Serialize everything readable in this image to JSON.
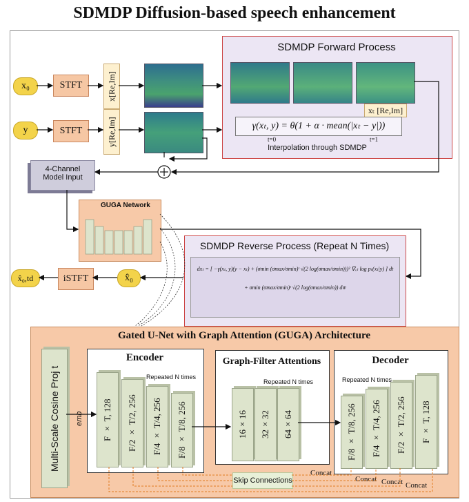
{
  "title": "SDMDP Diffusion-based speech enhancement",
  "inputs": {
    "x0": "x₀",
    "y": "y"
  },
  "stft_label": "STFT",
  "istft_label": "iSTFT",
  "x_reim": "x[Re,Im]",
  "y_reim": "y[Re,Im]",
  "model_input": {
    "line1": "4-Channel",
    "line2": "Model Input"
  },
  "forward": {
    "title": "SDMDP Forward Process",
    "xt_label": "xₜ [Re,Im]",
    "equation": "γ(xₜ, y) = θ(1 + α · mean(|xₜ − y|))",
    "t0": "t=0",
    "t1": "t=1",
    "caption": "Interpolation through SDMDP"
  },
  "guga_network_label": "GUGA Network",
  "reverse": {
    "title": "SDMDP Reverse Process (Repeat N Times)",
    "eq_line1": "dxₜ = [ −γ(xₜ, y)(y − xₜ) + (σmin (σmax/σmin)ᵗ √(2 log(σmax/σmin)))² ∇ₓₜ log pₜ(xₜ|y) ] dt",
    "eq_line2": "+ σmin (σmax/σmin)ᵗ √(2 log(σmax/σmin)) dw̄"
  },
  "xhat0": "x̂₀",
  "xhat0_td": "x̂₀,td",
  "arch": {
    "title": "Gated U-Net with Graph Attention (GUGA) Architecture",
    "proj": "Multi-Scale Cosine Proj t",
    "proj_sub": "emb",
    "encoder": {
      "title": "Encoder",
      "repeat": "Repeated N times",
      "blocks": [
        "F × T, 128",
        "F/2 × T/2, 256",
        "F/4 × T/4, 256",
        "F/8 × T/8, 256"
      ]
    },
    "gfa": {
      "title": "Graph-Filter Attentions",
      "repeat": "Repeated N times",
      "blocks": [
        "16×16",
        "32×32",
        "64×64"
      ]
    },
    "decoder": {
      "title": "Decoder",
      "repeat": "Repeated N times",
      "blocks": [
        "F/8 × T/8, 256",
        "F/4 × T/4, 256",
        "F/2 × T/2, 256",
        "F × T, 128"
      ]
    },
    "skip": "Skip Connections",
    "concat": [
      "Concat",
      "Concat",
      "Concat",
      "Concat"
    ]
  },
  "colors": {
    "pill": "#f3d34a",
    "stft": "#f6c7a4",
    "panel": "#ece6f4",
    "arch_bg": "#f7c9a8",
    "block": "#dde4cc",
    "skip_line": "#e07a1f"
  }
}
